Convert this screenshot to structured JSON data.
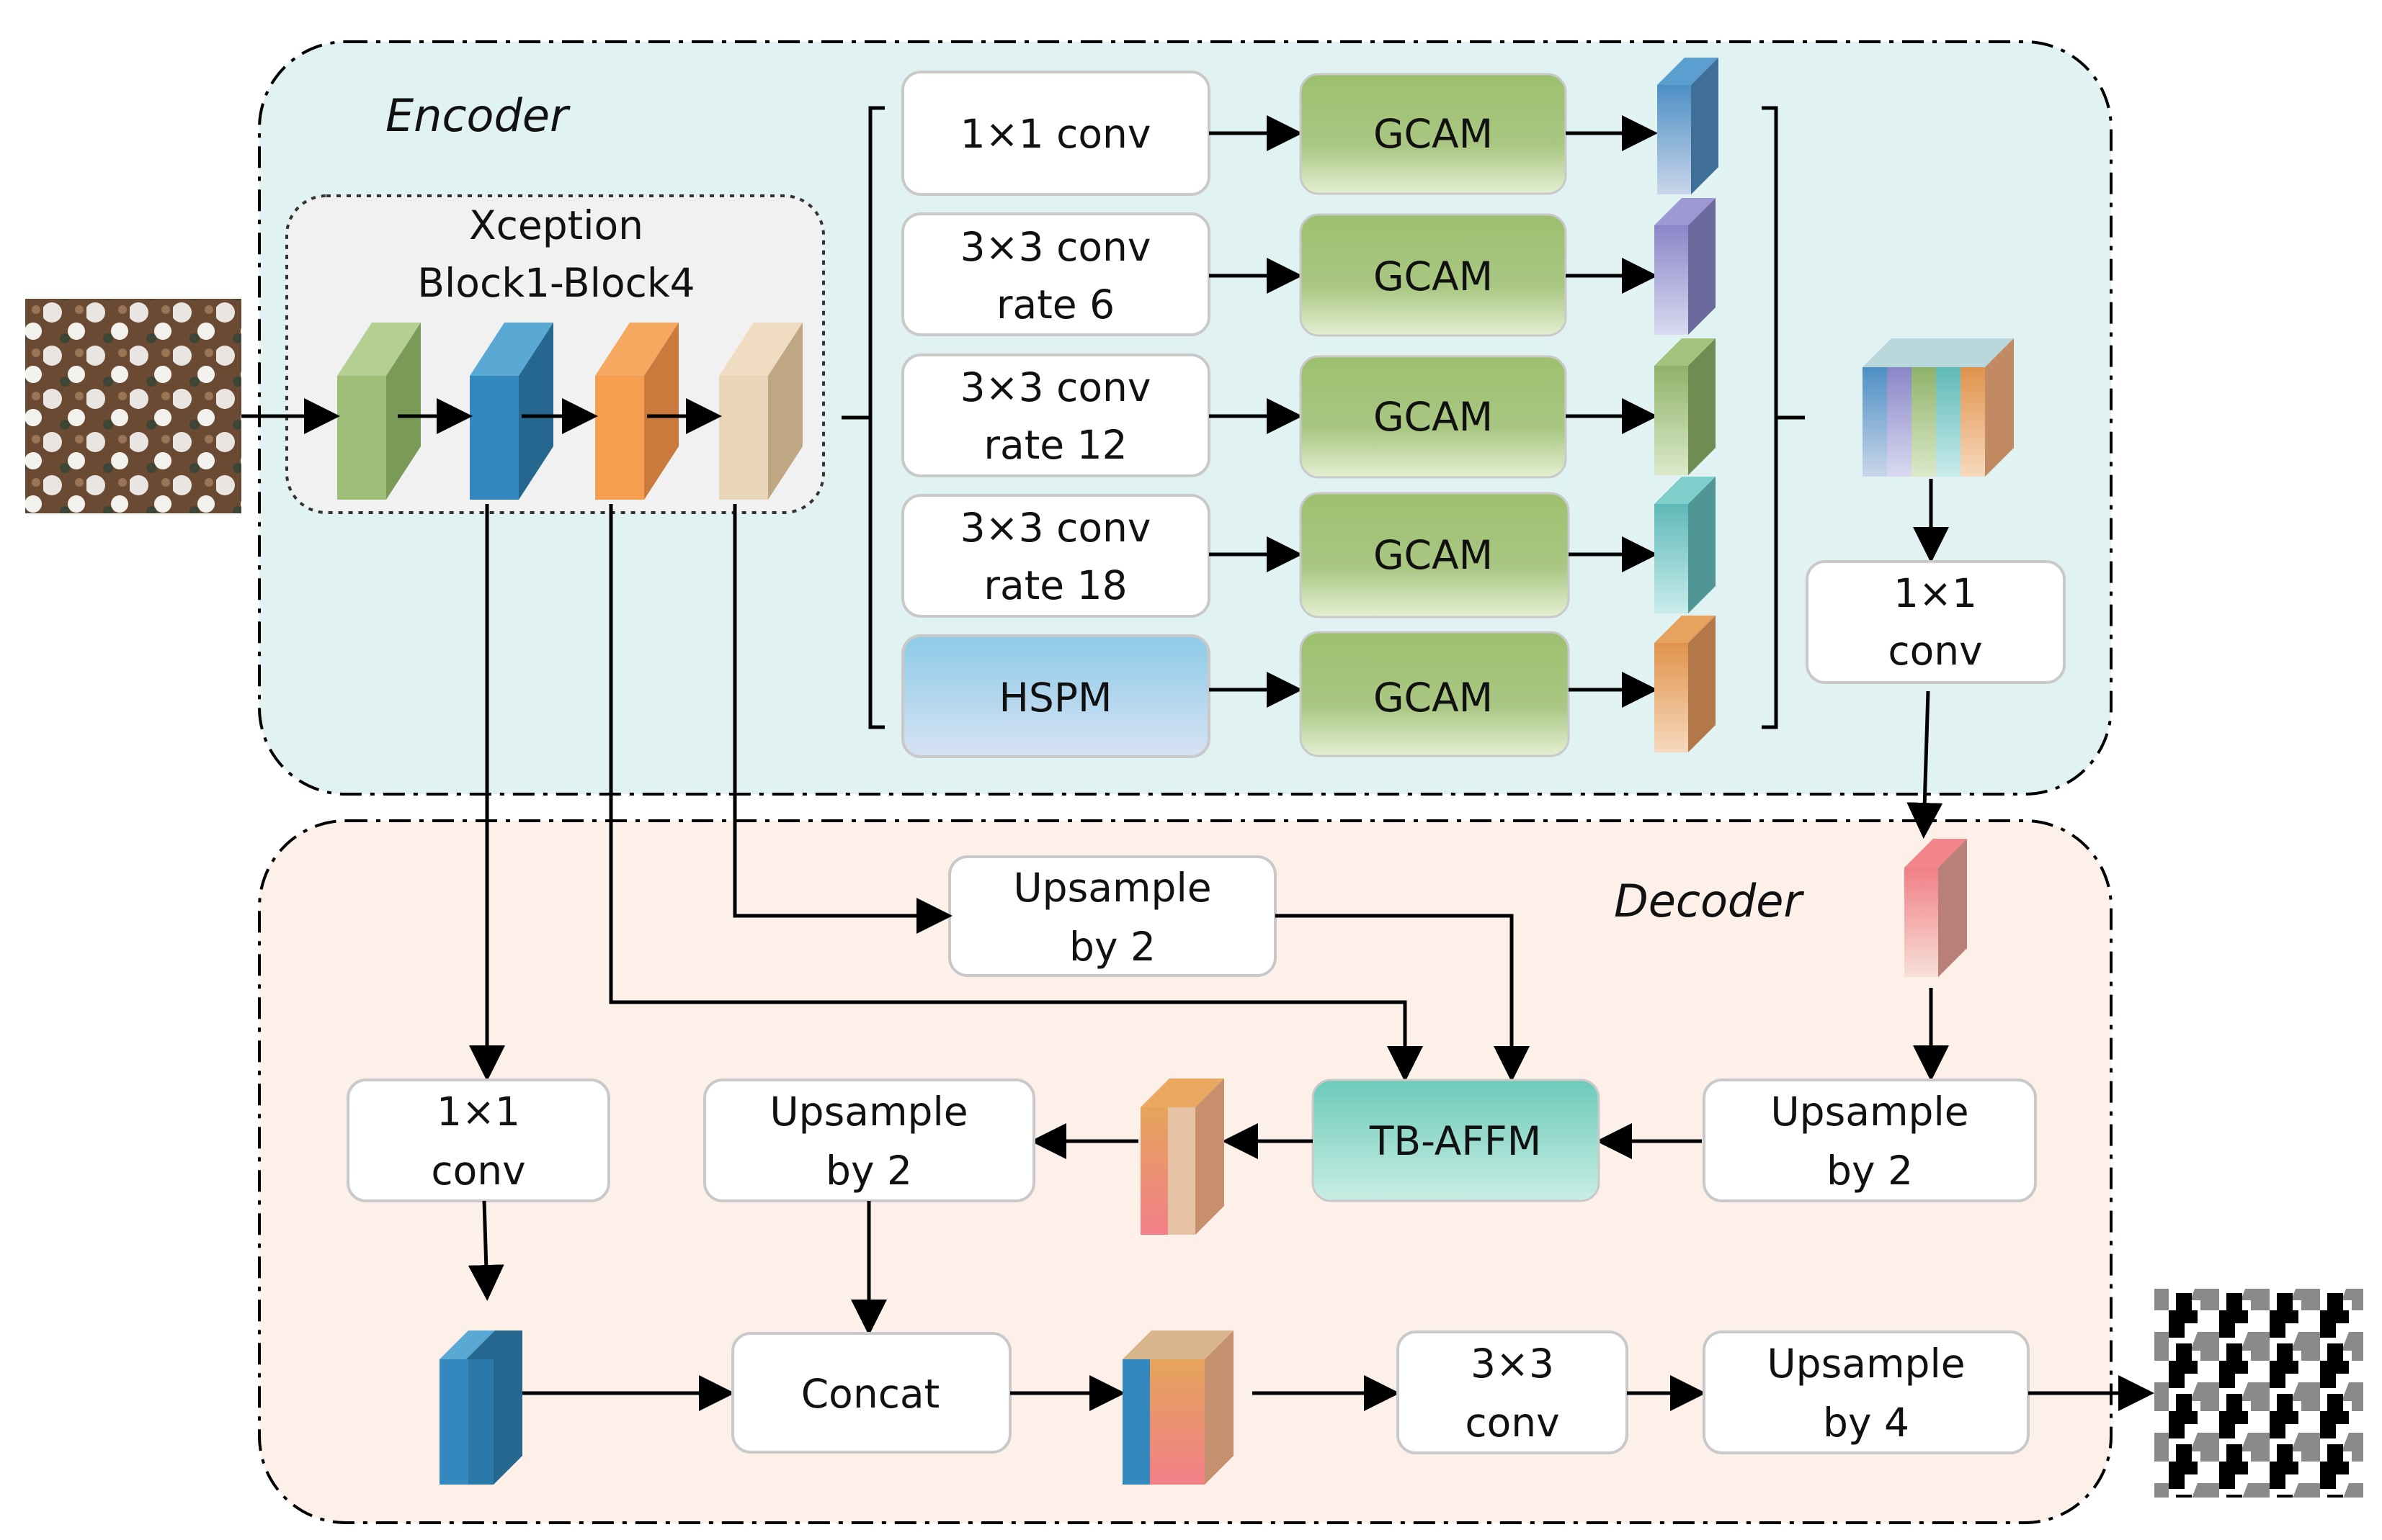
{
  "encoder": {
    "title": "Encoder",
    "backbone": {
      "line1": "Xception",
      "line2": "Block1-Block4"
    },
    "branches": [
      {
        "line1": "1×1 conv",
        "line2": ""
      },
      {
        "line1": "3×3 conv",
        "line2": "rate 6"
      },
      {
        "line1": "3×3 conv",
        "line2": "rate 12"
      },
      {
        "line1": "3×3 conv",
        "line2": "rate 18"
      },
      {
        "line1": "HSPM",
        "line2": ""
      }
    ],
    "gcam_label": "GCAM",
    "fuse_conv": {
      "line1": "1×1",
      "line2": "conv"
    }
  },
  "decoder": {
    "title": "Decoder",
    "upsample_top": {
      "line1": "Upsample",
      "line2": "by 2"
    },
    "upsample_right": {
      "line1": "Upsample",
      "line2": "by 2"
    },
    "upsample_mid": {
      "line1": "Upsample",
      "line2": "by 2"
    },
    "tb_affm": "TB-AFFM",
    "low_conv": {
      "line1": "1×1",
      "line2": "conv"
    },
    "concat": "Concat",
    "final_conv": {
      "line1": "3×3",
      "line2": "conv"
    },
    "upsample_final": {
      "line1": "Upsample",
      "line2": "by 4"
    }
  },
  "colors": {
    "encoder_bg": "#e0f2f2",
    "decoder_bg": "#fdf0e8",
    "backbone_bg": "#f1f1f1",
    "gcam": "#a9c783",
    "hspm": "#a9d5ea",
    "tb_affm": "#7fd3c2",
    "green_block": "#8fb36a",
    "blue_block": "#2e7fb0",
    "orange_block": "#e88a3a",
    "beige_block": "#d9c4a4"
  }
}
